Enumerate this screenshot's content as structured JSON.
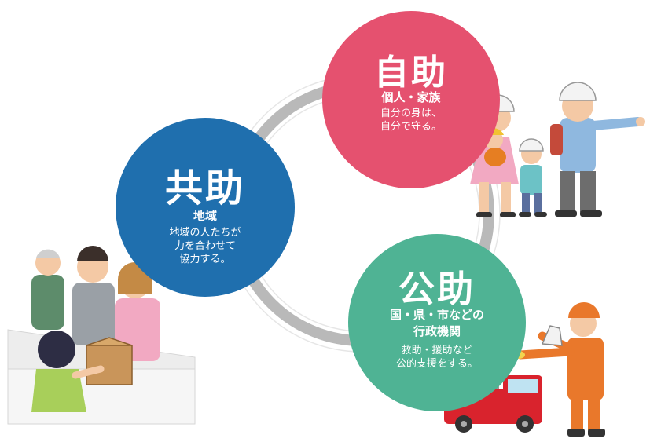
{
  "colors": {
    "self_help": "#e5516f",
    "mutual_help": "#1f6fae",
    "public_help": "#4fb394",
    "ring": "#b9b9b9"
  },
  "self_help": {
    "title": "自助",
    "subtitle": "個人・家族",
    "desc_line1": "自分の身は、",
    "desc_line2": "自分で守る。"
  },
  "mutual_help": {
    "title": "共助",
    "subtitle": "地域",
    "desc_line1": "地域の人たちが",
    "desc_line2": "力を合わせて",
    "desc_line3": "協力する。"
  },
  "public_help": {
    "title": "公助",
    "subtitle_line1": "国・県・市などの",
    "subtitle_line2": "行政機関",
    "desc_line1": "救助・援助など",
    "desc_line2": "公的支援をする。"
  },
  "illustrations": {
    "family": "family-evacuating-illustration",
    "neighbors": "neighbors-sharing-supplies-illustration",
    "firefighter": "firefighter-with-megaphone-illustration",
    "fire_truck": "fire-truck-illustration"
  }
}
